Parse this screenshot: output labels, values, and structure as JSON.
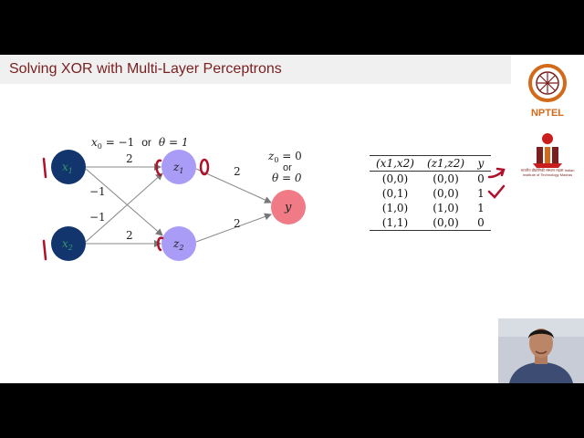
{
  "title": "Solving XOR with Multi-Layer Perceptrons",
  "hidden_bias_note": {
    "lhs": "x",
    "sub": "0",
    "eq": " = −1",
    "or": "or",
    "theta": "θ = 1"
  },
  "output_bias_note": {
    "z0_lhs": "z",
    "z0_sub": "0",
    "z0_eq": " = 0",
    "or": "or",
    "theta": "θ = 0"
  },
  "nodes": {
    "x1": {
      "base": "x",
      "sub": "1",
      "color": "#12356e"
    },
    "x2": {
      "base": "x",
      "sub": "2",
      "color": "#12356e"
    },
    "z1": {
      "base": "z",
      "sub": "1",
      "color": "#a99cf6"
    },
    "z2": {
      "base": "z",
      "sub": "2",
      "color": "#a99cf6"
    },
    "y": {
      "base": "y",
      "color": "#f07a86"
    }
  },
  "weights": {
    "x1_z1": "2",
    "x2_z2": "2",
    "x1_z2": "−1",
    "x2_z1": "−1",
    "z1_y": "2",
    "z2_y": "2"
  },
  "truth_table": {
    "headers": [
      "(x1,x2)",
      "(z1,z2)",
      "y"
    ],
    "rows": [
      [
        "(0,0)",
        "(0,0)",
        "0"
      ],
      [
        "(0,1)",
        "(0,0)",
        "1"
      ],
      [
        "(1,0)",
        "(1,0)",
        "1"
      ],
      [
        "(1,1)",
        "(0,0)",
        "0"
      ]
    ]
  },
  "logos": {
    "nptel_label": "NPTEL",
    "iitm_text": "भारतीय प्रौद्योगिकी संस्थान मद्रास Indian Institute of Technology Madras"
  },
  "colors": {
    "title": "#7a1f1f",
    "ink": "#b0102a",
    "input_node": "#12356e",
    "hidden_node": "#a99cf6",
    "output_node": "#f07a86"
  }
}
